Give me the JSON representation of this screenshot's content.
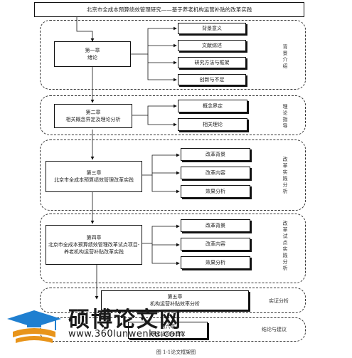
{
  "title": "北京市全成本预算绩效管理研究——基于养老机构运营补贴的改革实践",
  "sections": [
    {
      "chapter": "第一章\n绪论",
      "label": "背景介绍",
      "items": [
        "背景意义",
        "文献综述",
        "研究方法与框架",
        "创新与不足"
      ]
    },
    {
      "chapter": "第二章\n相关概念界定及理论分析",
      "label": "理论指导",
      "items": [
        "概念界定",
        "相关理论"
      ]
    },
    {
      "chapter": "第三章\n北京市全成本预算绩效管理改革实践",
      "label": "改革实践分析",
      "items": [
        "改革背景",
        "改革内容",
        "效果分析"
      ]
    },
    {
      "chapter": "第四章\n北京市全成本预算绩效管理改革试点项目-养老机构运营补贴改革实践",
      "label": "改革试点实践分析",
      "items": [
        "改革背景",
        "改革内容",
        "效果分析"
      ]
    },
    {
      "chapter": "第五章\n机构运营补贴效率分析",
      "label": "实证分析",
      "items": []
    },
    {
      "chapter": "第六章\n研究结论与建议",
      "label": "结论与建议",
      "items": []
    }
  ],
  "caption": "图 1-1论文框架图",
  "watermark": {
    "text": "硕博论文网",
    "url": "www.360lunwenku.com",
    "colors": {
      "cap": "#1f7fd0",
      "book": "#e8941a"
    }
  }
}
